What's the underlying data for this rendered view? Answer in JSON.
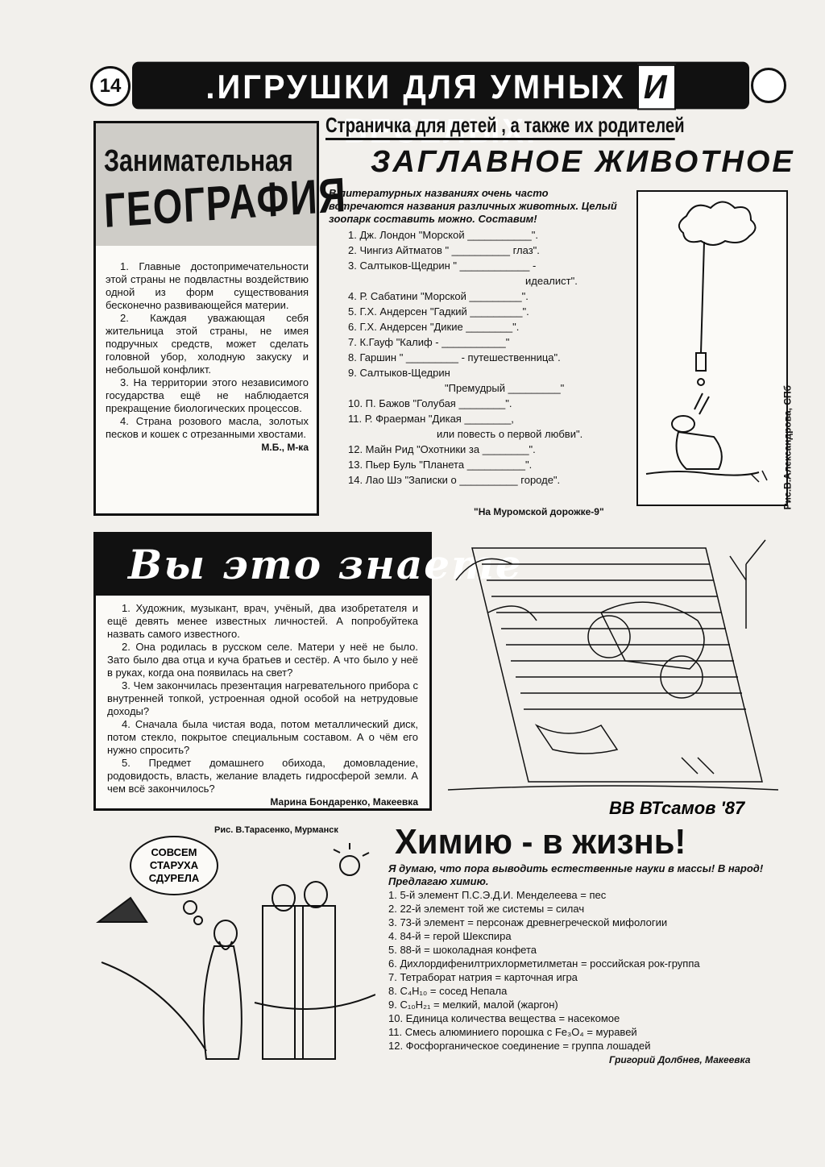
{
  "masthead": {
    "page_number": "14",
    "title_left": ".ИГРУШКИ ДЛЯ УМНЫХ",
    "title_conj": "И",
    "title_right": "ВЕСЕЛЫХ."
  },
  "geography": {
    "title_line1": "Занимательная",
    "title_line2": "ГЕОГРАФИЯ",
    "items": [
      "1. Главные достопримечательности этой страны не подвластны воздействию одной из форм существования бесконечно развивающейся материи.",
      "2. Каждая уважающая себя жительница этой страны, не имея подручных средств, может сделать головной убор, холодную закуску и небольшой конфликт.",
      "3. На территории этого независимого государства ещё не наблюдается прекращение биологических процессов.",
      "4. Страна розового масла, золотых песков и кошек с отрезанными хвостами."
    ],
    "signature": "М.Б., М-ка"
  },
  "kids": {
    "header": "Страничка для детей , а также их родителей",
    "title": "ЗАГЛАВНОЕ ЖИВОТНОЕ",
    "intro": "В литературных названиях очень часто встречаются названия различных животных. Целый зоопарк составить можно. Составим!",
    "items": [
      "1. Дж. Лондон \"Морской ___________\".",
      "2. Чингиз Айтматов \" __________ глаз\".",
      "3. Салтыков-Щедрин \" ____________ -",
      "идеалист\".",
      "4. Р. Сабатини \"Морской _________\".",
      "5. Г.Х. Андерсен \"Гадкий _________\".",
      "6. Г.Х. Андерсен \"Дикие ________\".",
      "7. К.Гауф \"Калиф - ___________\"",
      "8. Гаршин \" _________ - путешественница\".",
      "9. Салтыков-Щедрин",
      "\"Премудрый _________\"",
      "10. П. Бажов \"Голубая ________\".",
      "11. Р. Фраерман \"Дикая ________,",
      "или повесть о первой любви\".",
      "12. Майн Рид \"Охотники за ________\".",
      "13. Пьер Буль \"Планета __________\".",
      "14. Лао Шэ \"Записки о __________ городе\"."
    ],
    "signature": "\"На Муромской дорожке-9\"",
    "cartoon_credit": "Рис.В.Александрова, СПб"
  },
  "do_you_know": {
    "title": "Вы это знаете",
    "items": [
      "1. Художник, музыкант, врач, учёный, два изобретателя и ещё девять менее известных личностей. А попробуйтека назвать самого известного.",
      "2. Она родилась в русском селе. Матери у неё не было. Зато было два отца и куча братьев и сестёр. А что было у неё в руках, когда она появилась на свет?",
      "3. Чем закончилась презентация нагревательного прибора с внутренней топкой, устроенная одной особой на нетрудовые доходы?",
      "4. Сначала была чистая вода, потом металлический диск, потом стекло, покрытое специальным составом. А о чём его нужно спросить?",
      "5. Предмет домашнего обихода, домовладение, родовидость, власть, желание владеть гидросферой земли. А чем всё закончилось?"
    ],
    "signature": "Марина Бондаренко, Макеевка"
  },
  "chemistry": {
    "title": "Химию - в жизнь!",
    "intro": "Я думаю, что пора выводить естественные науки в массы! В народ! Предлагаю химию.",
    "items": [
      "1. 5-й элемент П.С.Э.Д.И. Менделеева = пес",
      "2. 22-й элемент той же системы = силач",
      "3. 73-й элемент = персонаж древнегреческой мифологии",
      "4. 84-й = герой Шекспира",
      "5. 88-й = шоколадная конфета",
      "6. Дихлордифенилтрихлорметилметан = российская рок-группа",
      "7. Тетраборат натрия = карточная игра",
      "8. C₄H₁₀ = сосед Непала",
      "9. C₁₀H₂₁ = мелкий, малой (жаргон)",
      "10. Единица количества вещества = насекомое",
      "11. Смесь алюминиего порошка с Fe₃O₄ = муравей",
      "12. Фосфорганическое соединение = группа лошадей"
    ],
    "signature": "Григорий Долбнев, Макеевка"
  },
  "bottom_cartoon": {
    "credit": "Рис. В.Тарасенко, Мурманск",
    "bubble": [
      "СОВСЕМ",
      "СТАРУХА",
      "СДУРЕЛА"
    ]
  },
  "middle_cartoon": {
    "signature": "ВВ ВТсамов '87"
  }
}
